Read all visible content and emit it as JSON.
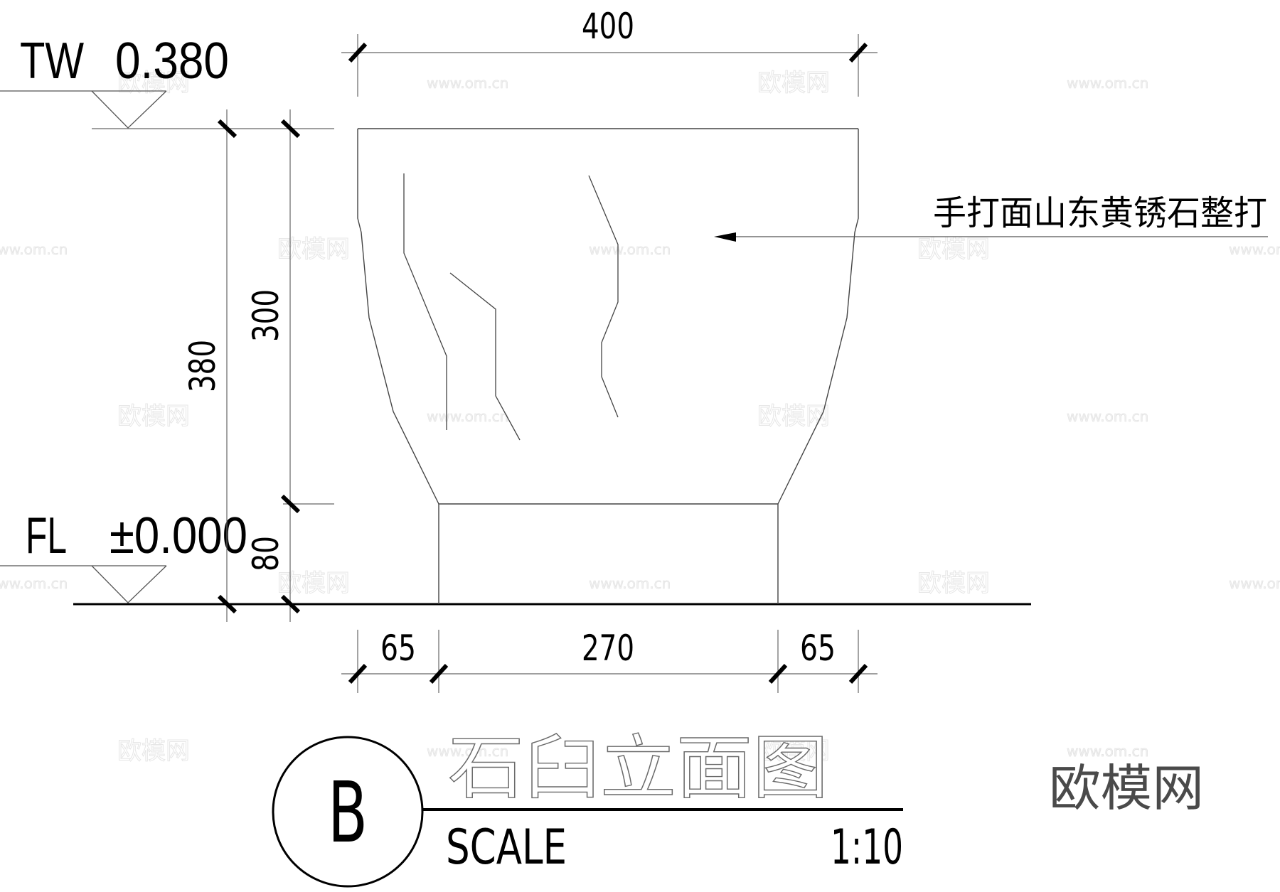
{
  "drawing": {
    "title_cn": "石臼立面图",
    "detail_marker": "B",
    "scale_label": "SCALE",
    "scale_value": "1:10",
    "colors": {
      "line": "#000000",
      "thin_line": "#555555",
      "watermark": "#e4e4e4",
      "brand": "#4a4a4a"
    }
  },
  "levels": {
    "top": {
      "label": "TW",
      "value": "0.380"
    },
    "floor": {
      "label": "FL",
      "value": "±0.000"
    }
  },
  "dimensions": {
    "top_width": "400",
    "total_height": "380",
    "body_height": "300",
    "base_height": "80",
    "bottom_left": "65",
    "bottom_middle": "270",
    "bottom_right": "65"
  },
  "annotation": {
    "material_note": "手打面山东黄锈石整打"
  },
  "watermark": {
    "brand": "欧模网",
    "url": "www.om.cn"
  }
}
